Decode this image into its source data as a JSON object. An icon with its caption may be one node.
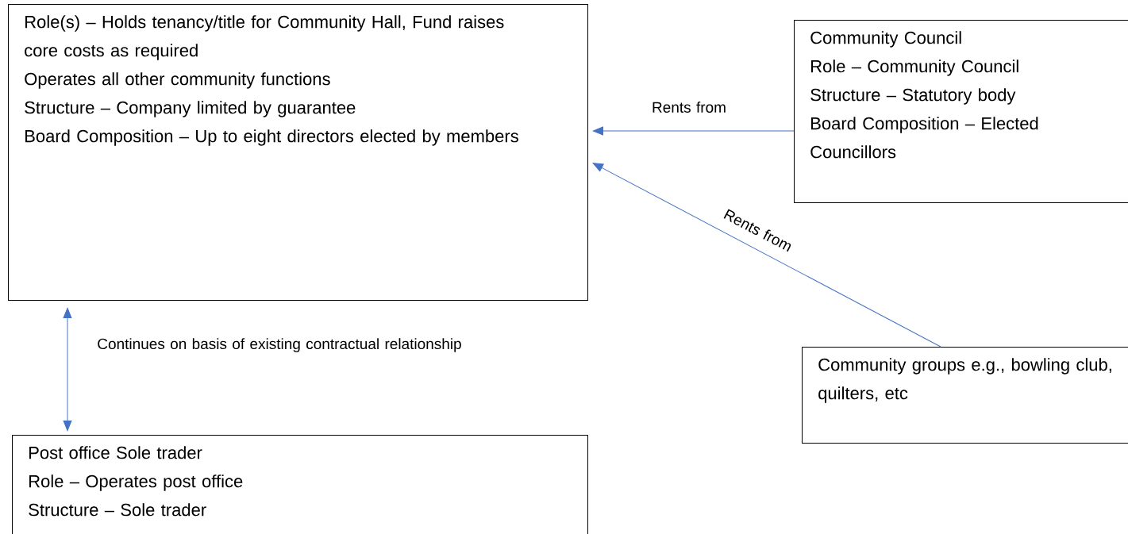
{
  "diagram": {
    "nodes": [
      {
        "text": [
          "Role(s) – Holds tenancy/title for Community Hall, Fund raises core costs as required",
          "Operates all other community functions",
          "Structure – Company limited by guarantee",
          "Board Composition – Up to eight directors elected by members"
        ]
      },
      {
        "text": [
          "Community Council",
          "Role – Community Council",
          "Structure – Statutory body",
          "Board Composition – Elected Councillors"
        ]
      },
      {
        "text": [
          "Community groups e.g., bowling club, quilters, etc"
        ]
      },
      {
        "text": [
          "Post office Sole trader",
          "Role – Operates post office",
          "Structure – Sole trader"
        ]
      }
    ],
    "edges": [
      {
        "from": 1,
        "to": 0,
        "arrow": "to",
        "label": "Rents from"
      },
      {
        "from": 2,
        "to": 0,
        "arrow": "to",
        "label": "Rents from"
      },
      {
        "from": 0,
        "to": 3,
        "arrow": "both",
        "label": "Continues on basis of existing contractual relationship"
      }
    ]
  }
}
